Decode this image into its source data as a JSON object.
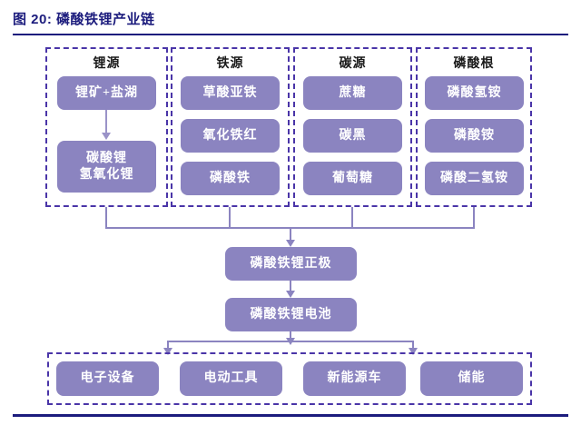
{
  "figure": {
    "title": "图 20: 磷酸铁锂产业链"
  },
  "colors": {
    "title_navy": "#1c1c7d",
    "node_purple": "#8b84c0",
    "dashed_border": "#4a35a8",
    "connector": "#8b84c0",
    "node_text": "#ffffff"
  },
  "upstream_groups": [
    {
      "title": "锂源",
      "nodes": [
        {
          "line1": "锂矿+盐湖",
          "line2": ""
        },
        {
          "line1": "碳酸锂",
          "line2": "氢氧化锂"
        }
      ]
    },
    {
      "title": "铁源",
      "nodes": [
        {
          "line1": "草酸亚铁",
          "line2": ""
        },
        {
          "line1": "氧化铁红",
          "line2": ""
        },
        {
          "line1": "磷酸铁",
          "line2": ""
        }
      ]
    },
    {
      "title": "碳源",
      "nodes": [
        {
          "line1": "蔗糖",
          "line2": ""
        },
        {
          "line1": "碳黑",
          "line2": ""
        },
        {
          "line1": "葡萄糖",
          "line2": ""
        }
      ]
    },
    {
      "title": "磷酸根",
      "nodes": [
        {
          "line1": "磷酸氢铵",
          "line2": ""
        },
        {
          "line1": "磷酸铵",
          "line2": ""
        },
        {
          "line1": "磷酸二氢铵",
          "line2": ""
        }
      ]
    }
  ],
  "midstream": [
    {
      "label": "磷酸铁锂正极"
    },
    {
      "label": "磷酸铁锂电池"
    }
  ],
  "downstream": {
    "nodes": [
      {
        "label": "电子设备"
      },
      {
        "label": "电动工具"
      },
      {
        "label": "新能源车"
      },
      {
        "label": "储能"
      }
    ]
  }
}
